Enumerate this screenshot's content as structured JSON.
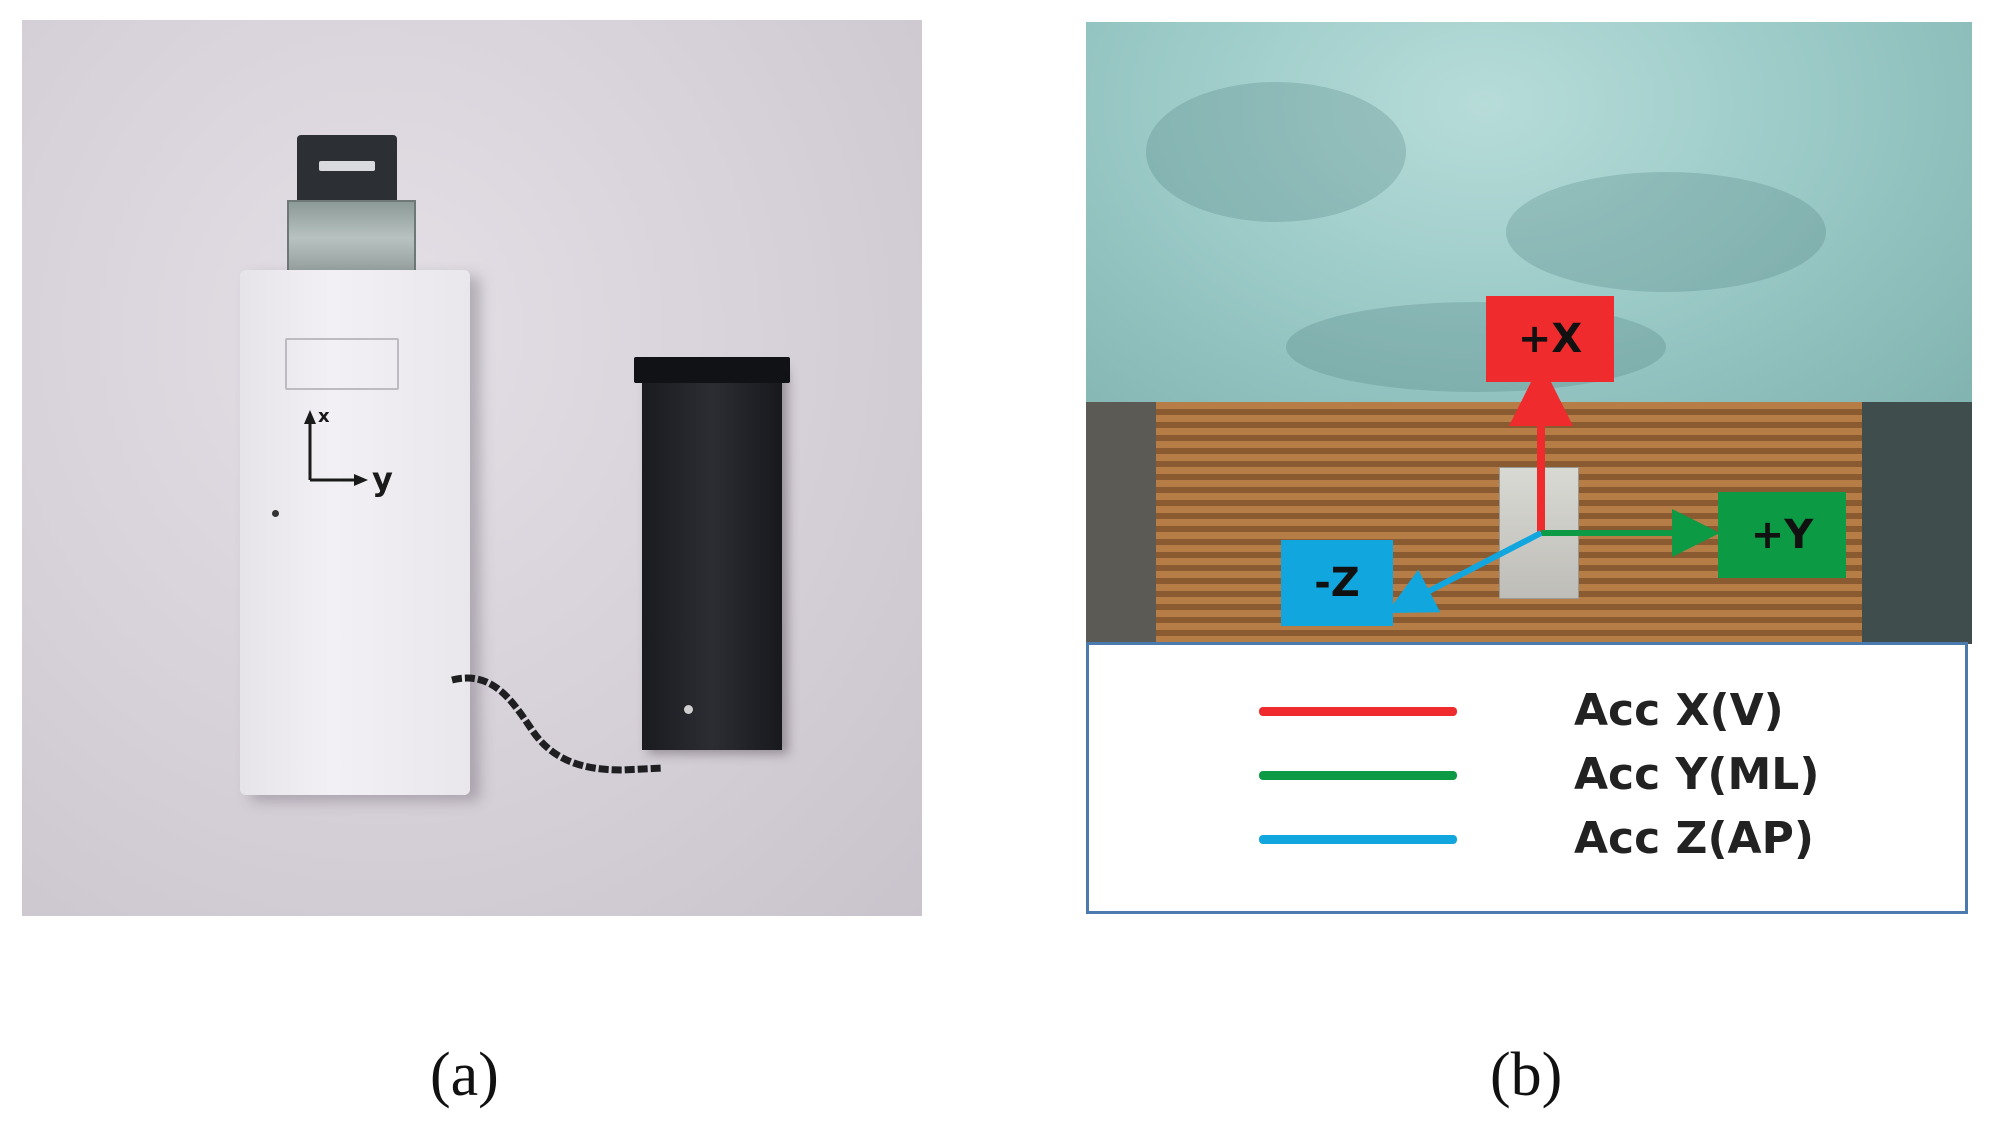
{
  "panel_a": {
    "device_axis_x": "x",
    "device_axis_y": "y"
  },
  "panel_b": {
    "axis_tags": {
      "x": "+X",
      "y": "+Y",
      "z": "-Z"
    },
    "colors": {
      "x": "#ef2b2d",
      "y": "#0c9a44",
      "z": "#12a6df",
      "legend_border": "#4a7aae"
    },
    "legend": [
      {
        "label": "Acc X(V)",
        "color": "#ef2b2d"
      },
      {
        "label": "Acc Y(ML)",
        "color": "#0c9a44"
      },
      {
        "label": "Acc Z(AP)",
        "color": "#12a6df"
      }
    ]
  },
  "captions": {
    "a": "(a)",
    "b": "(b)"
  }
}
